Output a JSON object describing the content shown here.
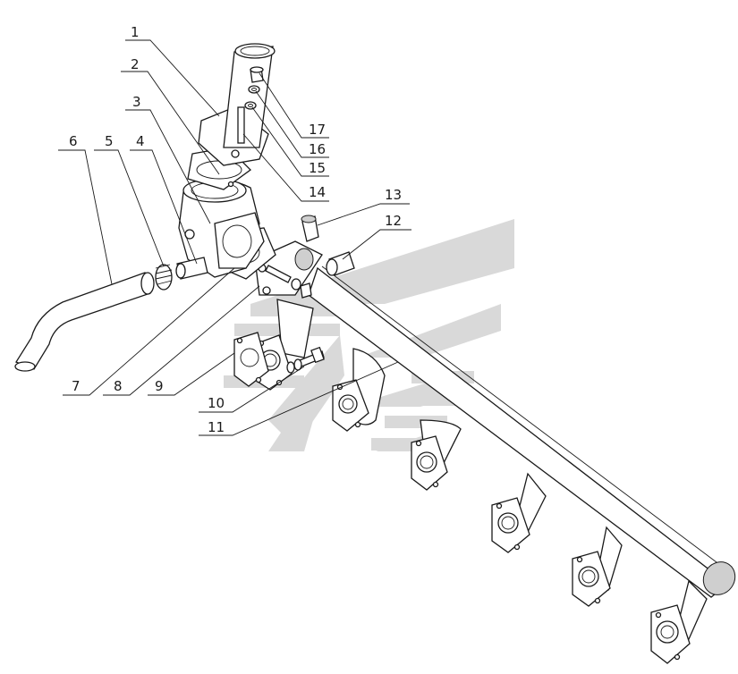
{
  "diagram": {
    "callouts": [
      {
        "number": "1"
      },
      {
        "number": "2"
      },
      {
        "number": "3"
      },
      {
        "number": "4"
      },
      {
        "number": "5"
      },
      {
        "number": "6"
      },
      {
        "number": "7"
      },
      {
        "number": "8"
      },
      {
        "number": "9"
      },
      {
        "number": "10"
      },
      {
        "number": "11"
      },
      {
        "number": "12"
      },
      {
        "number": "13"
      },
      {
        "number": "14"
      },
      {
        "number": "15"
      },
      {
        "number": "16"
      },
      {
        "number": "17"
      }
    ]
  },
  "colors": {
    "line": "#1a1a1a",
    "watermark": "#d9d9d9",
    "background": "#ffffff"
  }
}
